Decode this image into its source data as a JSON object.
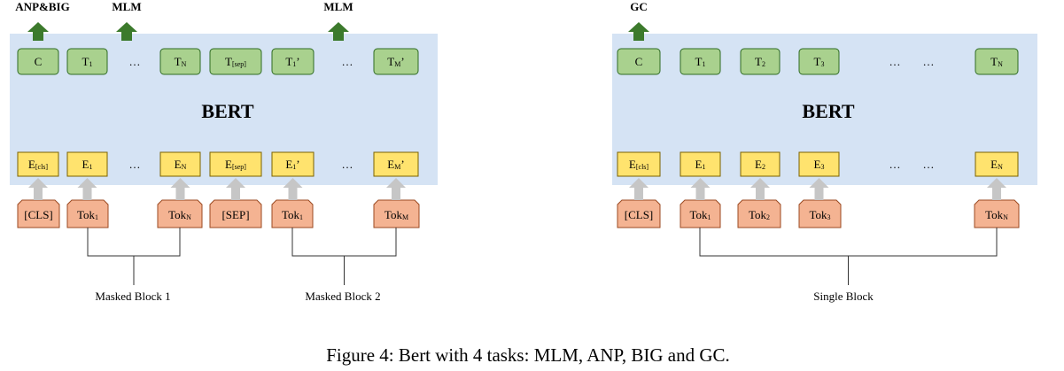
{
  "colors": {
    "panel": "#d5e3f4",
    "output_fill": "#a9d18e",
    "output_stroke": "#2e6b23",
    "embed_fill": "#ffe36e",
    "embed_stroke": "#7a6200",
    "token_fill": "#f4b392",
    "token_stroke": "#9b4a22",
    "green_arrow": "#3c7a2c",
    "gray_arrow": "#c6c6c6"
  },
  "left": {
    "top_labels": [
      "ANP&BIG",
      "MLM",
      "MLM"
    ],
    "bert_label": "BERT",
    "outputs": [
      {
        "main": "C",
        "sub": ""
      },
      {
        "main": "T",
        "sub": "1"
      },
      {
        "main": "T",
        "sub": "N"
      },
      {
        "main": "T",
        "sub": "[sep]"
      },
      {
        "main": "T",
        "sub": "1",
        "suffix": "’"
      },
      {
        "main": "T",
        "sub": "M",
        "suffix": "’"
      }
    ],
    "embeddings": [
      {
        "main": "E",
        "sub": "[cls]"
      },
      {
        "main": "E",
        "sub": "1"
      },
      {
        "main": "E",
        "sub": "N"
      },
      {
        "main": "E",
        "sub": "[sep]"
      },
      {
        "main": "E",
        "sub": "1",
        "suffix": "’"
      },
      {
        "main": "E",
        "sub": "M",
        "suffix": "’"
      }
    ],
    "tokens": [
      {
        "main": "[CLS]",
        "sub": ""
      },
      {
        "main": "Tok",
        "sub": "1"
      },
      {
        "main": "Tok",
        "sub": "N"
      },
      {
        "main": "[SEP]",
        "sub": ""
      },
      {
        "main": "Tok",
        "sub": "1"
      },
      {
        "main": "Tok",
        "sub": "M"
      }
    ],
    "ellipsis": "…",
    "block_labels": [
      "Masked Block 1",
      "Masked Block 2"
    ]
  },
  "right": {
    "top_labels": [
      "GC"
    ],
    "bert_label": "BERT",
    "outputs": [
      {
        "main": "C",
        "sub": ""
      },
      {
        "main": "T",
        "sub": "1"
      },
      {
        "main": "T",
        "sub": "2"
      },
      {
        "main": "T",
        "sub": "3"
      },
      {
        "main": "T",
        "sub": "N"
      }
    ],
    "embeddings": [
      {
        "main": "E",
        "sub": "[cls]"
      },
      {
        "main": "E",
        "sub": "1"
      },
      {
        "main": "E",
        "sub": "2"
      },
      {
        "main": "E",
        "sub": "3"
      },
      {
        "main": "E",
        "sub": "N"
      }
    ],
    "tokens": [
      {
        "main": "[CLS]",
        "sub": ""
      },
      {
        "main": "Tok",
        "sub": "1"
      },
      {
        "main": "Tok",
        "sub": "2"
      },
      {
        "main": "Tok",
        "sub": "3"
      },
      {
        "main": "Tok",
        "sub": "N"
      }
    ],
    "ellipsis": "…",
    "block_labels": [
      "Single Block"
    ]
  },
  "caption": "Figure 4: Bert with 4 tasks: MLM, ANP, BIG and GC."
}
